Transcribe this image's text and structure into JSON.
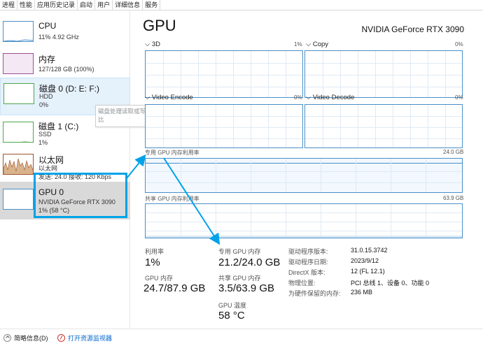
{
  "tabs": [
    {
      "label": "进程",
      "active": false
    },
    {
      "label": "性能",
      "active": true
    },
    {
      "label": "应用历史记录",
      "active": false
    },
    {
      "label": "启动",
      "active": false
    },
    {
      "label": "用户",
      "active": false
    },
    {
      "label": "详细信息",
      "active": false
    },
    {
      "label": "服务",
      "active": false
    }
  ],
  "sidebar": {
    "cpu": {
      "title": "CPU",
      "sub": "11%  4.92 GHz"
    },
    "memory": {
      "title": "内存",
      "sub": "127/128 GB (100%)"
    },
    "disk0": {
      "title": "磁盘 0 (D: E: F:)",
      "type": "HDD",
      "usage": "0%"
    },
    "disk1": {
      "title": "磁盘 1 (C:)",
      "type": "SSD",
      "usage": "1%"
    },
    "ethernet": {
      "title": "以太网",
      "name": "以太网",
      "rate": "发送: 24.0  接收: 120 Kbps"
    },
    "gpu0": {
      "title": "GPU 0",
      "model": "NVIDIA GeForce RTX 3090",
      "usage": "1% (58 °C)"
    }
  },
  "tooltip": {
    "text": "磁盘处理读取或写入请求的时间百分比"
  },
  "main": {
    "title": "GPU",
    "model": "NVIDIA GeForce RTX 3090",
    "engines": [
      {
        "label": "3D",
        "pct": "1%"
      },
      {
        "label": "Copy",
        "pct": "0%"
      },
      {
        "label": "Video Encode",
        "pct": "0%"
      },
      {
        "label": "Video Decode",
        "pct": "0%"
      }
    ],
    "dedicated_graph": {
      "label": "专用 GPU 内存利用率",
      "max": "24.0 GB"
    },
    "shared_graph": {
      "label": "共享 GPU 内存利用率",
      "max": "63.9 GB"
    },
    "stats": {
      "utilization_label": "利用率",
      "utilization_value": "1%",
      "gpu_memory_label": "GPU 内存",
      "gpu_memory_value": "24.7/87.9 GB",
      "dedicated_label": "专用 GPU 内存",
      "dedicated_value": "21.2/24.0 GB",
      "shared_label": "共享 GPU 内存",
      "shared_value": "3.5/63.9 GB",
      "temp_label": "GPU 温度",
      "temp_value": "58 °C"
    },
    "info": [
      {
        "key": "驱动程序版本:",
        "value": "31.0.15.3742"
      },
      {
        "key": "驱动程序日期:",
        "value": "2023/9/12"
      },
      {
        "key": "DirectX 版本:",
        "value": "12 (FL 12.1)"
      },
      {
        "key": "物理位置:",
        "value": "PCI 总线 1、设备 0、功能 0"
      },
      {
        "key": "为硬件保留的内存:",
        "value": "236 MB"
      }
    ]
  },
  "bottom": {
    "brief": "简略信息(D)",
    "resmon": "打开资源监视器"
  },
  "colors": {
    "accent": "#00a2e8",
    "graph_border": "#4a8fc7"
  }
}
